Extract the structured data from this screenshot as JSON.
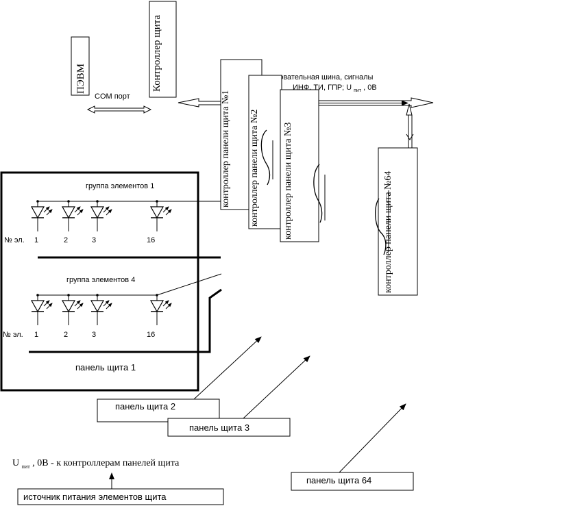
{
  "labels": {
    "pc": "ПЭВМ",
    "panel_controller_main": "Контроллер щита",
    "com_port": "COM порт",
    "bus_text_line1": "следовательная шина, сигналы",
    "bus_text_line2_a": "ИНФ, ТИ, ГПР; U",
    "bus_text_line2_sub": "пит",
    "bus_text_line2_b": ", 0В",
    "ctrl_panel_1": "контроллер панели щита №1",
    "ctrl_panel_2": "контроллер панели щита №2",
    "ctrl_panel_3": "контроллер панели щита №3",
    "ctrl_panel_64": "контроллер панели щита №64",
    "group_1": "группа элементов 1",
    "group_4": "группа элементов 4",
    "element_no": "№ эл.",
    "element_numbers": [
      "1",
      "2",
      "3",
      "16"
    ],
    "panel_1": "панель щита 1",
    "panel_2": "панель щита 2",
    "panel_3": "панель щита 3",
    "panel_64": "панель щита  64",
    "power_note_a": "U",
    "power_note_sub": "пит",
    "power_note_b": ", 0В  - к контроллерам панелей щита",
    "power_source": "источник питания элементов щита"
  }
}
